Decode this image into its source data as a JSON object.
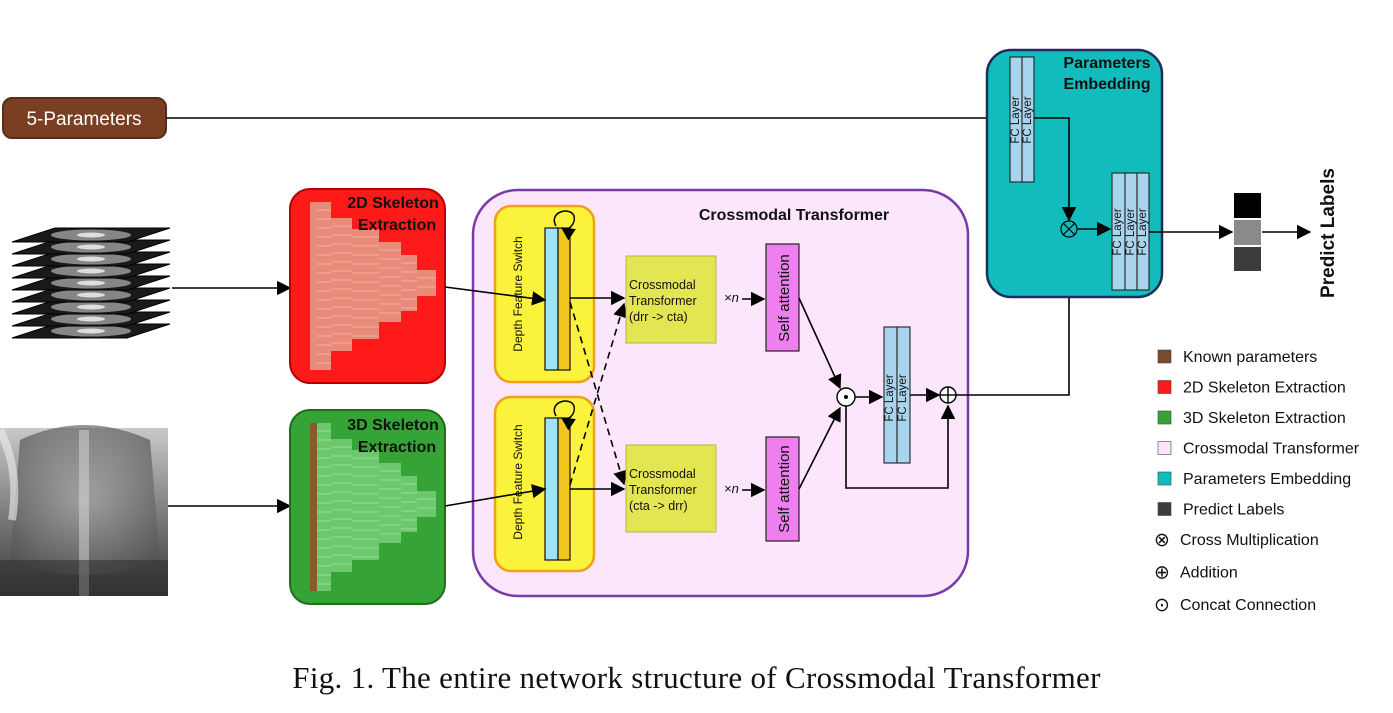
{
  "params_box": {
    "label": "5-Parameters",
    "color": "#7a3f22"
  },
  "skeleton_2d": {
    "title_line1": "2D Skeleton",
    "title_line2": "Extraction",
    "color": "#ff1a1a"
  },
  "skeleton_3d": {
    "title_line1": "3D Skeleton",
    "title_line2": "Extraction",
    "color": "#36a336"
  },
  "crossmodal": {
    "title": "Crossmodal Transformer",
    "color": "#fbe6fb"
  },
  "dfs_top": {
    "label": "Depth Feature Switch"
  },
  "dfs_bottom": {
    "label": "Depth Feature Switch"
  },
  "ct_top": {
    "line1": "Crossmodal",
    "line2": "Transformer",
    "line3": "(drr  -> cta)",
    "repeat": "×n"
  },
  "ct_bottom": {
    "line1": "Crossmodal",
    "line2": "Transformer",
    "line3": "(cta  -> drr)",
    "repeat": "×n"
  },
  "sa_top": {
    "label": "Self attention"
  },
  "sa_bottom": {
    "label": "Self attention"
  },
  "fc_middle": {
    "layer1": "FC Layer",
    "layer2": "FC Layer"
  },
  "embedding": {
    "title_line1": "Parameters",
    "title_line2": "Embedding",
    "color": "#12bcbc"
  },
  "fc_embed": {
    "layer1": "FC Layer",
    "layer2": "FC Layer"
  },
  "fc_embed2": {
    "layer1": "FC Layer",
    "layer2": "FC Layer",
    "layer3": "FC Layer"
  },
  "predict": {
    "label": "Predict Labels",
    "colors": [
      "#000000",
      "#8a8a8a",
      "#3c3c3c"
    ]
  },
  "legend": {
    "items": [
      {
        "label": "Known parameters",
        "color": "#7a4a2a"
      },
      {
        "label": "2D Skeleton Extraction",
        "color": "#ff1a1a"
      },
      {
        "label": "3D Skeleton Extraction",
        "color": "#36a336"
      },
      {
        "label": "Crossmodal Transformer",
        "color": "#fbe6fb"
      },
      {
        "label": "Parameters Embedding",
        "color": "#12bcbc"
      },
      {
        "label": "Predict Labels",
        "color": "#3c3c3c"
      }
    ],
    "symbols": [
      {
        "glyph": "⊗",
        "label": "Cross Multiplication"
      },
      {
        "glyph": "⊕",
        "label": "Addition"
      },
      {
        "glyph": "⊙",
        "label": "Concat Connection"
      }
    ]
  },
  "caption": "Fig. 1.  The entire network structure of Crossmodal Transformer"
}
